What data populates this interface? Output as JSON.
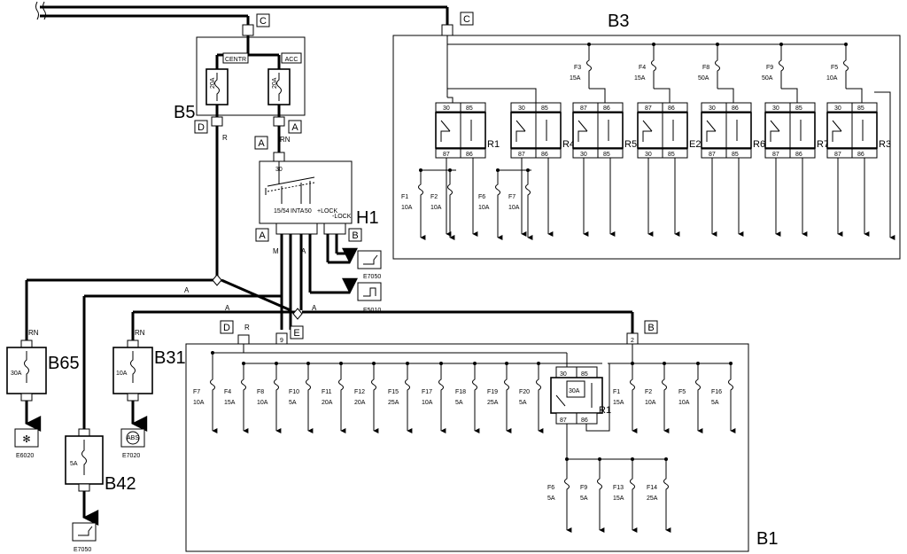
{
  "modules": {
    "B1": "B1",
    "B3": "B3",
    "B5": "B5",
    "B31": "B31",
    "B42": "B42",
    "B65": "B65",
    "H1": "H1"
  },
  "connectors": {
    "A": "A",
    "B": "B",
    "C": "C",
    "D": "D",
    "E": "E",
    "n9": "9",
    "n2": "2"
  },
  "wire_colors": {
    "R": "R",
    "RN": "RN",
    "M": "M",
    "A": "A"
  },
  "b5": {
    "centr": "CENTR",
    "acc": "ACC",
    "f_left": "20A",
    "f_right": "20A"
  },
  "h1": {
    "t30": "30",
    "t1554": "15/54",
    "tinta": "INTA",
    "t50": "50",
    "tlock_plus": "+LOCK",
    "tlock_minus": "-LOCK"
  },
  "b65": {
    "fuse": "30A",
    "code": "E6020"
  },
  "b31": {
    "fuse": "10A",
    "code": "E7020",
    "icon_text": "ABS"
  },
  "b42": {
    "fuse": "5A",
    "code": "E7050"
  },
  "h1_loads": {
    "top": "E7050",
    "bottom": "E5010"
  },
  "b3": {
    "fuses": [
      {
        "id": "F3",
        "amp": "15A"
      },
      {
        "id": "F4",
        "amp": "15A"
      },
      {
        "id": "F8",
        "amp": "50A"
      },
      {
        "id": "F9",
        "amp": "50A"
      },
      {
        "id": "F5",
        "amp": "10A"
      }
    ],
    "relays": [
      {
        "id": "R1",
        "top": [
          "30",
          "85"
        ],
        "bot": [
          "87",
          "86"
        ]
      },
      {
        "id": "R4",
        "top": [
          "30",
          "85"
        ],
        "bot": [
          "87",
          "86"
        ]
      },
      {
        "id": "R5",
        "top": [
          "87",
          "86"
        ],
        "bot": [
          "30",
          "85"
        ]
      },
      {
        "id": "E2",
        "top": [
          "87",
          "86"
        ],
        "bot": [
          "30",
          "85"
        ]
      },
      {
        "id": "R6",
        "top": [
          "30",
          "86"
        ],
        "bot": [
          "87",
          "85"
        ]
      },
      {
        "id": "R7",
        "top": [
          "30",
          "85"
        ],
        "bot": [
          "87",
          "86"
        ]
      },
      {
        "id": "R3",
        "top": [
          "30",
          "85"
        ],
        "bot": [
          "87",
          "86"
        ]
      }
    ],
    "sub_fuses": [
      {
        "id": "F1",
        "amp": "10A"
      },
      {
        "id": "F2",
        "amp": "10A"
      },
      {
        "id": "F6",
        "amp": "10A"
      },
      {
        "id": "F7",
        "amp": "10A"
      }
    ]
  },
  "b1": {
    "fuses_left": [
      {
        "id": "F7",
        "amp": "10A"
      },
      {
        "id": "F4",
        "amp": "15A"
      },
      {
        "id": "F8",
        "amp": "10A"
      },
      {
        "id": "F10",
        "amp": "5A"
      },
      {
        "id": "F11",
        "amp": "20A"
      },
      {
        "id": "F12",
        "amp": "20A"
      },
      {
        "id": "F15",
        "amp": "25A"
      },
      {
        "id": "F17",
        "amp": "10A"
      },
      {
        "id": "F18",
        "amp": "5A"
      },
      {
        "id": "F19",
        "amp": "25A"
      },
      {
        "id": "F20",
        "amp": "5A"
      }
    ],
    "fuses_right": [
      {
        "id": "F1",
        "amp": "15A"
      },
      {
        "id": "F2",
        "amp": "10A"
      },
      {
        "id": "F5",
        "amp": "10A"
      },
      {
        "id": "F16",
        "amp": "5A"
      }
    ],
    "fuses_bottom": [
      {
        "id": "F6",
        "amp": "5A"
      },
      {
        "id": "F9",
        "amp": "5A"
      },
      {
        "id": "F13",
        "amp": "15A"
      },
      {
        "id": "F14",
        "amp": "25A"
      }
    ],
    "relay": {
      "id": "R1",
      "t30": "30",
      "t85": "85",
      "t87": "87",
      "t86": "86",
      "fuse": "30A"
    }
  }
}
